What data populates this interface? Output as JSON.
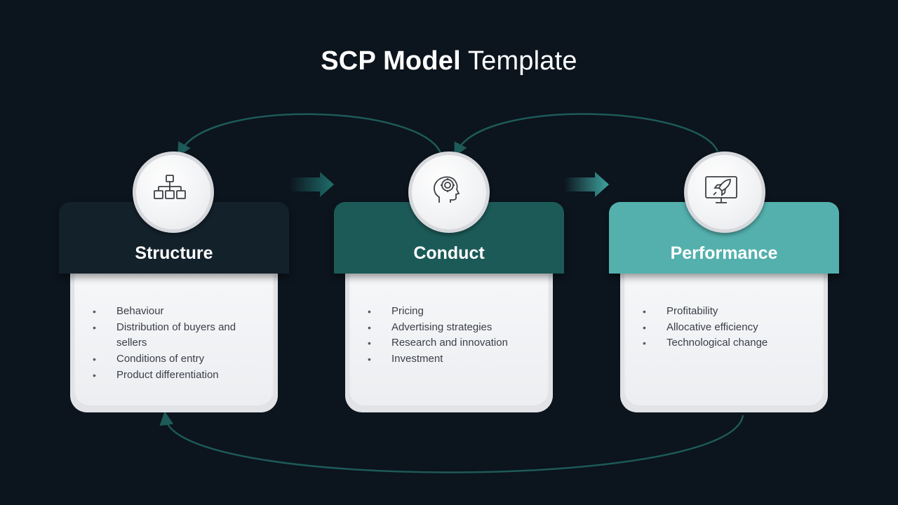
{
  "title": {
    "bold": "SCP Model",
    "light": "Template"
  },
  "colors": {
    "background": "#0c141d",
    "structure": "#13212b",
    "conduct": "#1c5a58",
    "performance": "#53b0ad",
    "connector": "#1d5a58"
  },
  "cards": [
    {
      "label": "Structure",
      "icon": "hierarchy-icon",
      "items": [
        "Behaviour",
        "Distribution of buyers and sellers",
        "Conditions of entry",
        "Product differentiation"
      ]
    },
    {
      "label": "Conduct",
      "icon": "head-gear-icon",
      "items": [
        "Pricing",
        "Advertising strategies",
        "Research and innovation",
        "Investment"
      ]
    },
    {
      "label": "Performance",
      "icon": "monitor-rocket-icon",
      "items": [
        "Profitability",
        "Allocative efficiency",
        "Technological change"
      ]
    }
  ]
}
